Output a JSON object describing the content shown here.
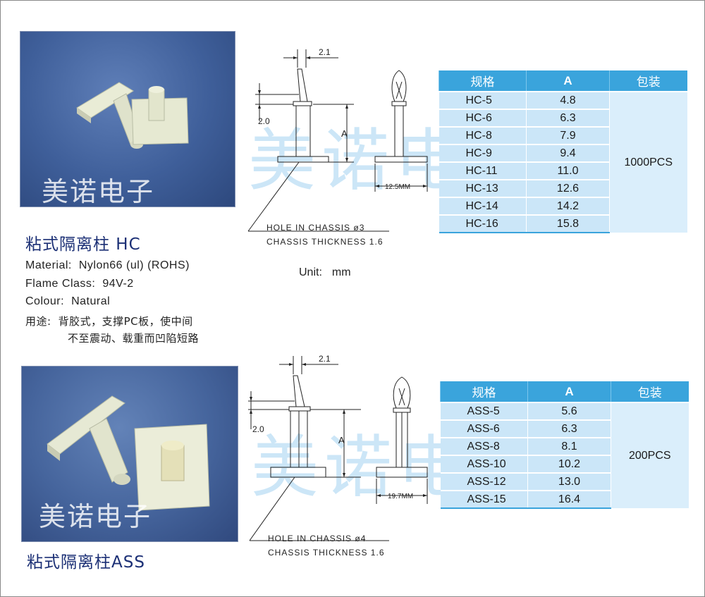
{
  "watermark": "美诺电子",
  "hc": {
    "title": "粘式隔离柱 HC",
    "specs": [
      {
        "label": "Material:",
        "value": "Nylon66 (ul) (ROHS)"
      },
      {
        "label": "Flame Class:",
        "value": "94V-2"
      },
      {
        "label": "Colour:",
        "value": "Natural"
      }
    ],
    "usage_label": "用途:",
    "usage_line1": "背胶式，支撑PC板，使中间",
    "usage_line2": "不至震动、载重而凹陷短路",
    "unit_label": "Unit:",
    "unit_value": "mm",
    "drawing": {
      "dim_top": "2.1",
      "dim_left": "2.0",
      "dim_a": "A",
      "dim_width": "12.5MM",
      "note1": "HOLE IN CHASSIS ø3",
      "note2": "CHASSIS THICKNESS 1.6"
    },
    "table": {
      "headers": [
        "规格",
        "A",
        "包装"
      ],
      "rows": [
        {
          "model": "HC-5",
          "a": "4.8"
        },
        {
          "model": "HC-6",
          "a": "6.3"
        },
        {
          "model": "HC-8",
          "a": "7.9"
        },
        {
          "model": "HC-9",
          "a": "9.4"
        },
        {
          "model": "HC-11",
          "a": "11.0"
        },
        {
          "model": "HC-13",
          "a": "12.6"
        },
        {
          "model": "HC-14",
          "a": "14.2"
        },
        {
          "model": "HC-16",
          "a": "15.8"
        }
      ],
      "packing": "1000PCS"
    }
  },
  "ass": {
    "title": "粘式隔离柱ASS",
    "drawing": {
      "dim_top": "2.1",
      "dim_left": "2.0",
      "dim_a": "A",
      "dim_width": "19.7MM",
      "note1": "HOLE IN CHASSIS ø4",
      "note2": "CHASSIS THICKNESS 1.6"
    },
    "table": {
      "headers": [
        "规格",
        "A",
        "包装"
      ],
      "rows": [
        {
          "model": "ASS-5",
          "a": "5.6"
        },
        {
          "model": "ASS-6",
          "a": "6.3"
        },
        {
          "model": "ASS-8",
          "a": "8.1"
        },
        {
          "model": "ASS-10",
          "a": "10.2"
        },
        {
          "model": "ASS-12",
          "a": "13.0"
        },
        {
          "model": "ASS-15",
          "a": "16.4"
        }
      ],
      "packing": "200PCS"
    }
  }
}
